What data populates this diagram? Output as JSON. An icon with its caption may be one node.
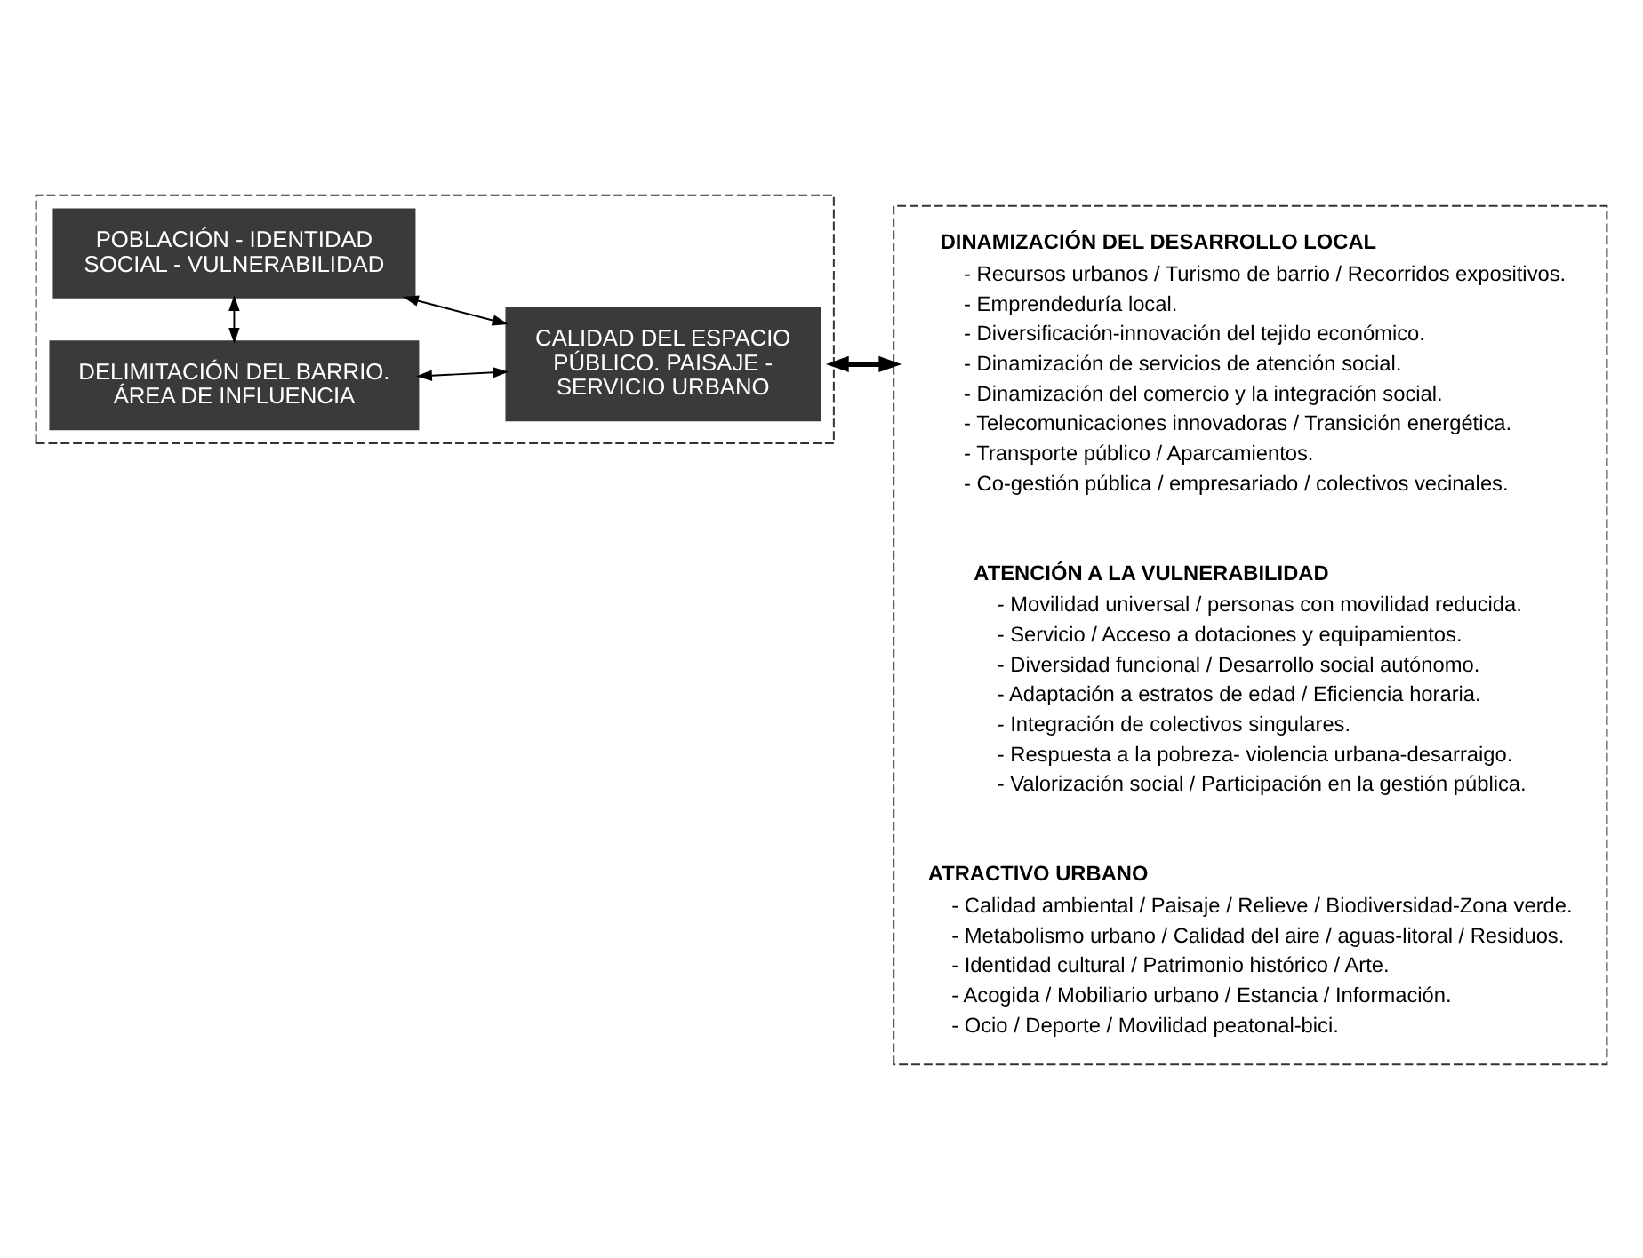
{
  "diagram": {
    "nodes": [
      {
        "text": [],
        "shape": "box"
      },
      {
        "text": [
          "DELIMITACIÓN DEL BARRIO. ÁREA DE INFLUENCIA"
        ],
        "in": 0
      },
      {
        "text": [
          "POBLACIÓN - IDENTIDAD SOCIAL - VULNERABILIDAD"
        ],
        "in": 0
      },
      {
        "text": [
          "CALIDAD DEL ESPACIO PÚBLICO. PAISAJE - SERVICIO URBANO"
        ],
        "in": 0
      },
      {
        "text": [],
        "shape": "box"
      },
      {
        "text": [
          "ATRACTIVO URBANO",
          "- Calidad ambiental / Paisaje / Relieve / Biodiversidad-Zona verde.",
          "- Metabolismo urbano / Calidad del aire / aguas-litoral / Residuos.",
          "- Identidad cultural / Patrimonio histórico / Arte.",
          "- Acogida / Mobiliario urbano / Estancia / Información.",
          "- Ocio / Deporte / Movilidad peatonal-bici."
        ],
        "in": 4
      },
      {
        "text": [
          "ATENCIÓN A LA VULNERABILIDAD",
          "- Movilidad universal / personas con movilidad reducida.",
          "- Servicio / Acceso a dotaciones y equipamientos.",
          "- Diversidad funcional / Desarrollo social autónomo.",
          "- Adaptación a estratos de edad / Eficiencia horaria.",
          "- Integración de colectivos singulares.",
          "- Respuesta a la pobreza- violencia urbana-desarraigo.",
          "- Valorización social / Participación en la gestión pública."
        ],
        "in": 4
      },
      {
        "text": [
          "DINAMIZACIÓN DEL DESARROLLO LOCAL",
          "- Recursos urbanos / Turismo de barrio / Recorridos expositivos.",
          "- Emprendeduría local.",
          "- Diversificación-innovación del tejido económico.",
          "- Dinamización de servicios de atención social.",
          "- Dinamización del comercio y la integración social.",
          "- Telecomunicaciones innovadoras / Transición energética.",
          "- Transporte público / Aparcamientos.",
          "- Co-gestión pública / empresariado / colectivos vecinales."
        ],
        "in": 4
      }
    ],
    "edges": [
      {
        "from": 1,
        "to": 2,
        "arrow": "both"
      },
      {
        "from": 1,
        "to": 3,
        "arrow": "both"
      },
      {
        "from": 2,
        "to": 3,
        "arrow": "both"
      },
      {
        "from": 0,
        "to": 4,
        "arrow": "both",
        "style": "thick"
      }
    ]
  }
}
